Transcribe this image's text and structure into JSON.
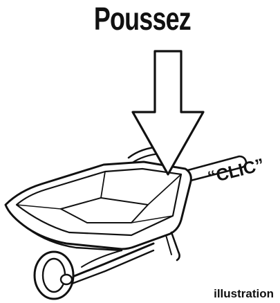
{
  "title": "Poussez",
  "sound_label": "“CLIC”",
  "caption": "illustration",
  "icons": {
    "arrow": "down-arrow-icon",
    "wheelbarrow": "wheelbarrow-icon"
  },
  "colors": {
    "ink": "#111111",
    "background": "#ffffff"
  }
}
